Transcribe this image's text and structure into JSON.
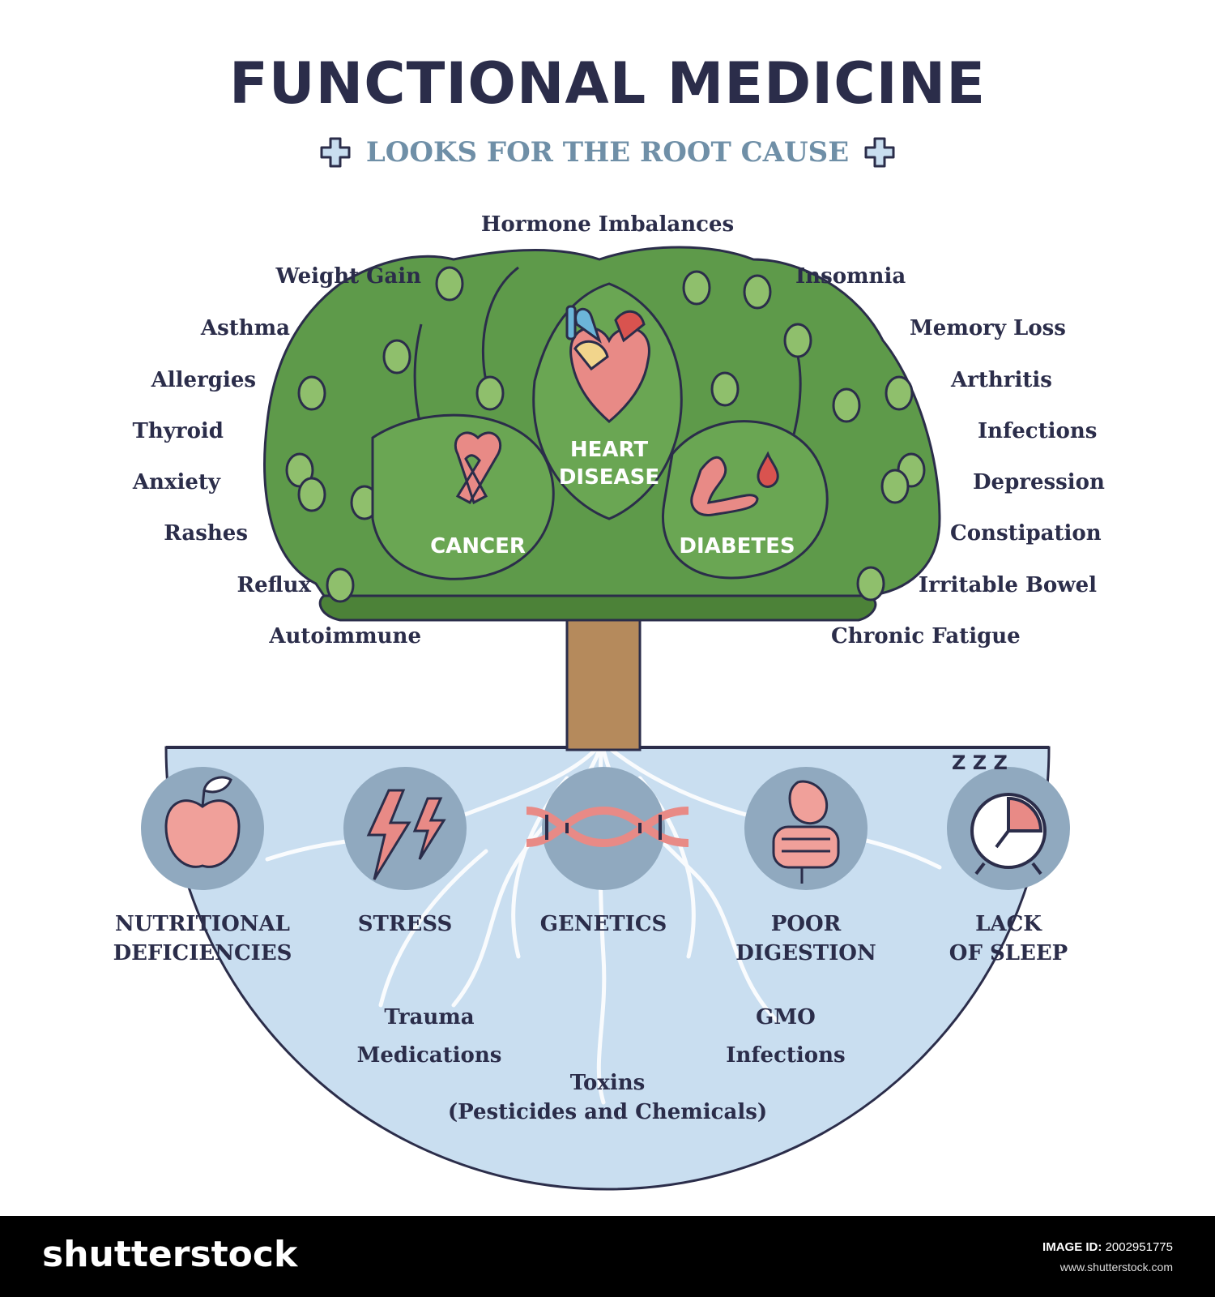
{
  "title": "FUNCTIONAL MEDICINE",
  "subtitle": "LOOKS FOR THE ROOT CAUSE",
  "icons": {
    "subtitle_left": "medical-cross-icon",
    "subtitle_right": "medical-cross-icon",
    "heart": "heart-icon",
    "cancer": "awareness-ribbon-icon",
    "diabetes": "pancreas-blood-drop-icon",
    "nutrition": "apple-icon",
    "stress": "lightning-icon",
    "genetics": "dna-icon",
    "digestion": "stomach-intestines-icon",
    "sleep": "alarm-clock-icon"
  },
  "colors": {
    "tree_green": "#5e9a4a",
    "leaf_green": "#7eb25f",
    "trunk": "#b58a5c",
    "ground": "#c9def0",
    "root_circle": "#90a9bf",
    "accent_pink": "#e88a86",
    "text_dark": "#2b2d4a",
    "subtitle_blue": "#6f8fa7"
  },
  "symptoms_left": [
    "Weight Gain",
    "Asthma",
    "Allergies",
    "Thyroid",
    "Anxiety",
    "Rashes",
    "Reflux",
    "Autoimmune"
  ],
  "symptoms_top": "Hormone Imbalances",
  "symptoms_right": [
    "Insomnia",
    "Memory Loss",
    "Arthritis",
    "Infections",
    "Depression",
    "Constipation",
    "Irritable Bowel",
    "Chronic Fatigue"
  ],
  "leaves": {
    "heart": [
      "HEART",
      "DISEASE"
    ],
    "cancer": "CANCER",
    "diabetes": "DIABETES"
  },
  "roots": [
    {
      "line1": "NUTRITIONAL",
      "line2": "DEFICIENCIES"
    },
    {
      "line1": "STRESS",
      "line2": ""
    },
    {
      "line1": "GENETICS",
      "line2": ""
    },
    {
      "line1": "POOR",
      "line2": "DIGESTION"
    },
    {
      "line1": "LACK",
      "line2": "OF SLEEP"
    }
  ],
  "other_causes": {
    "left": [
      "Trauma",
      "Medications"
    ],
    "right": [
      "GMO",
      "Infections"
    ],
    "bottom": [
      "Toxins",
      "(Pesticides and Chemicals)"
    ]
  },
  "sleep_z": "Z Z Z",
  "footer": {
    "brand": "shutterstock",
    "image_id_label": "IMAGE ID:",
    "image_id": "2002951775",
    "site": "www.shutterstock.com"
  }
}
